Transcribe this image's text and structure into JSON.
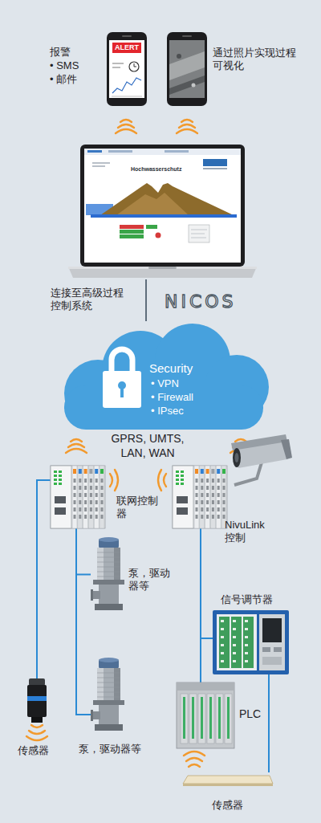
{
  "diagram": {
    "nodes": [
      {
        "text": [
          "ALERT",
          "报警",
          "• SMS",
          "• 邮件"
        ]
      },
      {
        "text": [
          "通过照片实现过程可视化"
        ]
      },
      {
        "text": [
          "连接至高级过程控制系统"
        ]
      },
      {
        "text": [
          "Security",
          "• VPN",
          "• Firewall",
          "• IPsec"
        ]
      },
      {
        "text": [
          "联网控制器"
        ]
      },
      {
        "text": [
          "NivuLink 控制"
        ]
      },
      {
        "text": [
          "泵，驱动器等"
        ]
      },
      {
        "text": [
          "信号调节器"
        ]
      },
      {
        "text": [
          "泵，驱动器等"
        ]
      },
      {
        "text": [
          "PLC"
        ]
      },
      {
        "text": [
          "传感器"
        ]
      },
      {
        "text": [
          "传感器"
        ]
      }
    ],
    "edges": [
      {
        "from": 2,
        "to": 3,
        "arrow": "none"
      },
      {
        "from": 4,
        "to": 10,
        "arrow": "none"
      },
      {
        "from": 4,
        "to": 6,
        "arrow": "none"
      },
      {
        "from": 4,
        "to": 8,
        "arrow": "none"
      },
      {
        "from": 5,
        "to": 7,
        "arrow": "none"
      },
      {
        "from": 5,
        "to": 9,
        "arrow": "none"
      },
      {
        "from": 7,
        "to": 11,
        "arrow": "none"
      }
    ],
    "labels": [
      "Hochwasserschutz",
      "NICOS",
      "GPRS, UMTS, LAN, WAN"
    ]
  }
}
